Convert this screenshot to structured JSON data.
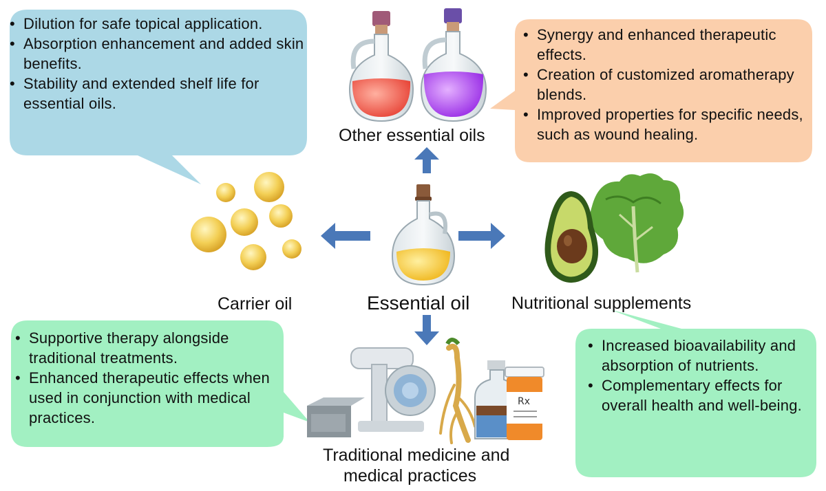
{
  "center": {
    "label": "Essential oil"
  },
  "applications": {
    "other_oils": {
      "label": "Other essential oils",
      "benefits": [
        "Synergy and enhanced therapeutic effects.",
        "Creation of customized aromatherapy blends.",
        "Improved properties for specific needs, such as wound healing."
      ]
    },
    "carrier_oil": {
      "label": "Carrier oil",
      "benefits": [
        "Dilution for safe topical application.",
        "Absorption enhancement and added skin benefits.",
        "Stability and extended shelf life for essential oils."
      ]
    },
    "nutritional": {
      "label": "Nutritional supplements",
      "benefits": [
        "Increased bioavailability and absorption of nutrients.",
        "Complementary effects for overall health and well-being."
      ]
    },
    "traditional": {
      "label_line1": "Traditional medicine and",
      "label_line2": "medical practices",
      "benefits": [
        "Supportive therapy alongside traditional treatments.",
        "Enhanced therapeutic effects when used in conjunction with medical practices."
      ]
    }
  },
  "colors": {
    "blue_bubble": "#acd8e6",
    "orange_bubble": "#fbcfac",
    "green_bubble": "#a2f0c2",
    "arrow": "#4a78b8",
    "icon_labels": {
      "rx": "Rx"
    }
  }
}
